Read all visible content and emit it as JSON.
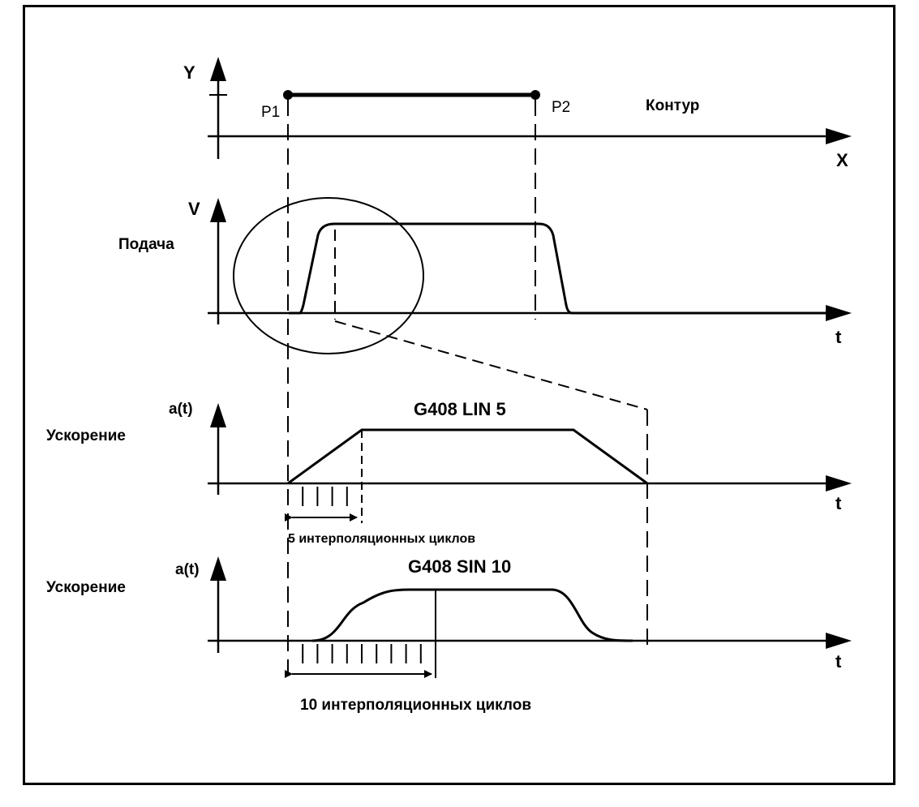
{
  "contour": {
    "axis_y": "Y",
    "axis_x": "X",
    "point_start": "P1",
    "point_end": "P2",
    "title": "Контур"
  },
  "feed": {
    "axis_y": "V",
    "axis_x": "t",
    "title": "Подача"
  },
  "accel_lin": {
    "axis_y": "a(t)",
    "axis_x": "t",
    "title": "Ускорение",
    "mode": "G408 LIN 5",
    "cycles_label": "5 интерполяционных циклов",
    "cycle_count": 5
  },
  "accel_sin": {
    "axis_y": "a(t)",
    "axis_x": "t",
    "title": "Ускорение",
    "mode": "G408 SIN 10",
    "cycles_label": "10 интерполяционных циклов",
    "cycle_count": 10
  },
  "colors": {
    "line": "#000000",
    "background": "#ffffff"
  }
}
